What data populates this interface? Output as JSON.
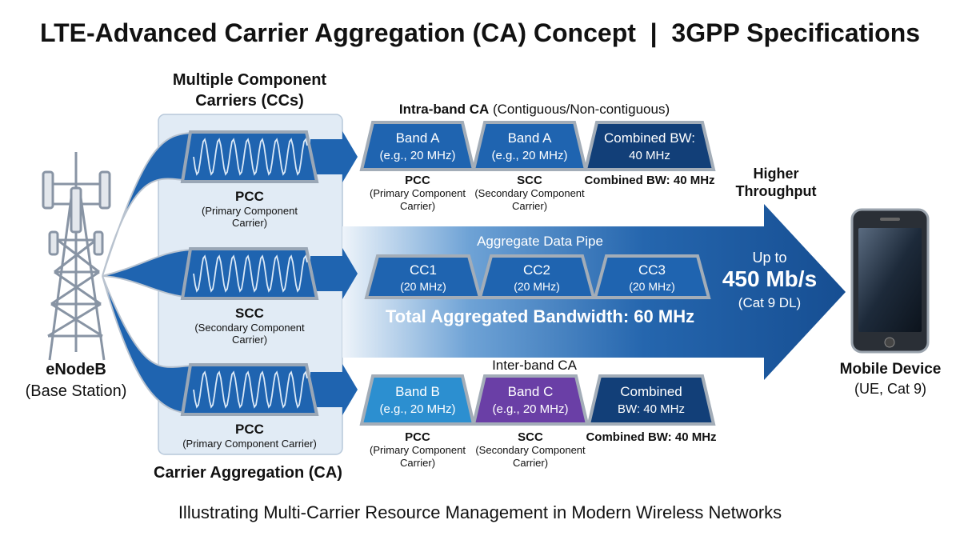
{
  "title": "LTE-Advanced Carrier Aggregation (CA) Concept  |  3GPP Specifications",
  "footer": "Illustrating Multi-Carrier Resource Management in Modern Wireless Networks",
  "enodeb": {
    "name": "eNodeB",
    "sub": "(Base Station)"
  },
  "panel": {
    "heading_line1": "Multiple Component",
    "heading_line2": "Carriers (CCs)",
    "footer": "Carrier Aggregation (CA)",
    "carriers": [
      {
        "label": "PCC",
        "sub1": "(Primary Component",
        "sub2": "Carrier)"
      },
      {
        "label": "SCC",
        "sub1": "(Secondary Component",
        "sub2": "Carrier)"
      },
      {
        "label": "PCC",
        "sub1": "(Primary Component Carrier)"
      }
    ]
  },
  "intra": {
    "header_bold": "Intra-band CA",
    "header_rest": " (Contiguous/Non-contiguous)",
    "boxes": [
      {
        "l1": "Band A",
        "l2": "(e.g., 20 MHz)",
        "cap": "PCC",
        "c1": "(Primary Component",
        "c2": "Carrier)"
      },
      {
        "l1": "Band A",
        "l2": "(e.g., 20 MHz)",
        "cap": "SCC",
        "c1": "(Secondary Component",
        "c2": "Carrier)"
      },
      {
        "l1": "Combined BW:",
        "l2": "40 MHz",
        "cap": "Combined BW: 40 MHz"
      }
    ]
  },
  "pipe": {
    "label": "Aggregate Data Pipe",
    "ccs": [
      {
        "l1": "CC1",
        "l2": "(20 MHz)"
      },
      {
        "l1": "CC2",
        "l2": "(20 MHz)"
      },
      {
        "l1": "CC3",
        "l2": "(20 MHz)"
      }
    ],
    "total": "Total Aggregated Bandwidth: 60 MHz",
    "throughput_l1": "Higher",
    "throughput_l2": "Throughput",
    "upto": "Up to",
    "rate": "450 Mb/s",
    "cat": "(Cat 9 DL)"
  },
  "inter": {
    "header": "Inter-band CA",
    "boxes": [
      {
        "l1": "Band B",
        "l2": "(e.g., 20 MHz)",
        "cap": "PCC",
        "c1": "(Primary Component",
        "c2": "Carrier)"
      },
      {
        "l1": "Band C",
        "l2": "(e.g., 20 MHz)",
        "cap": "SCC",
        "c1": "(Secondary Component",
        "c2": "Carrier)"
      },
      {
        "l1": "Combined",
        "l2": "BW: 40 MHz",
        "cap": "Combined BW: 40 MHz"
      }
    ]
  },
  "device": {
    "name": "Mobile Device",
    "sub": "(UE, Cat 9)"
  },
  "colors": {
    "blue": "#1f64b0",
    "dark_blue": "#123f78",
    "light_blue": "#2c8fd0",
    "purple": "#6a3fa6",
    "panel": "#e1ebf5"
  }
}
